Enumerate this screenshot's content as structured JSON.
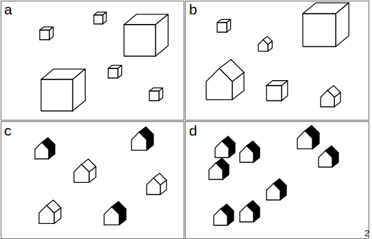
{
  "diagram": {
    "labels": [
      "a",
      "b",
      "c",
      "d",
      "2"
    ]
  }
}
